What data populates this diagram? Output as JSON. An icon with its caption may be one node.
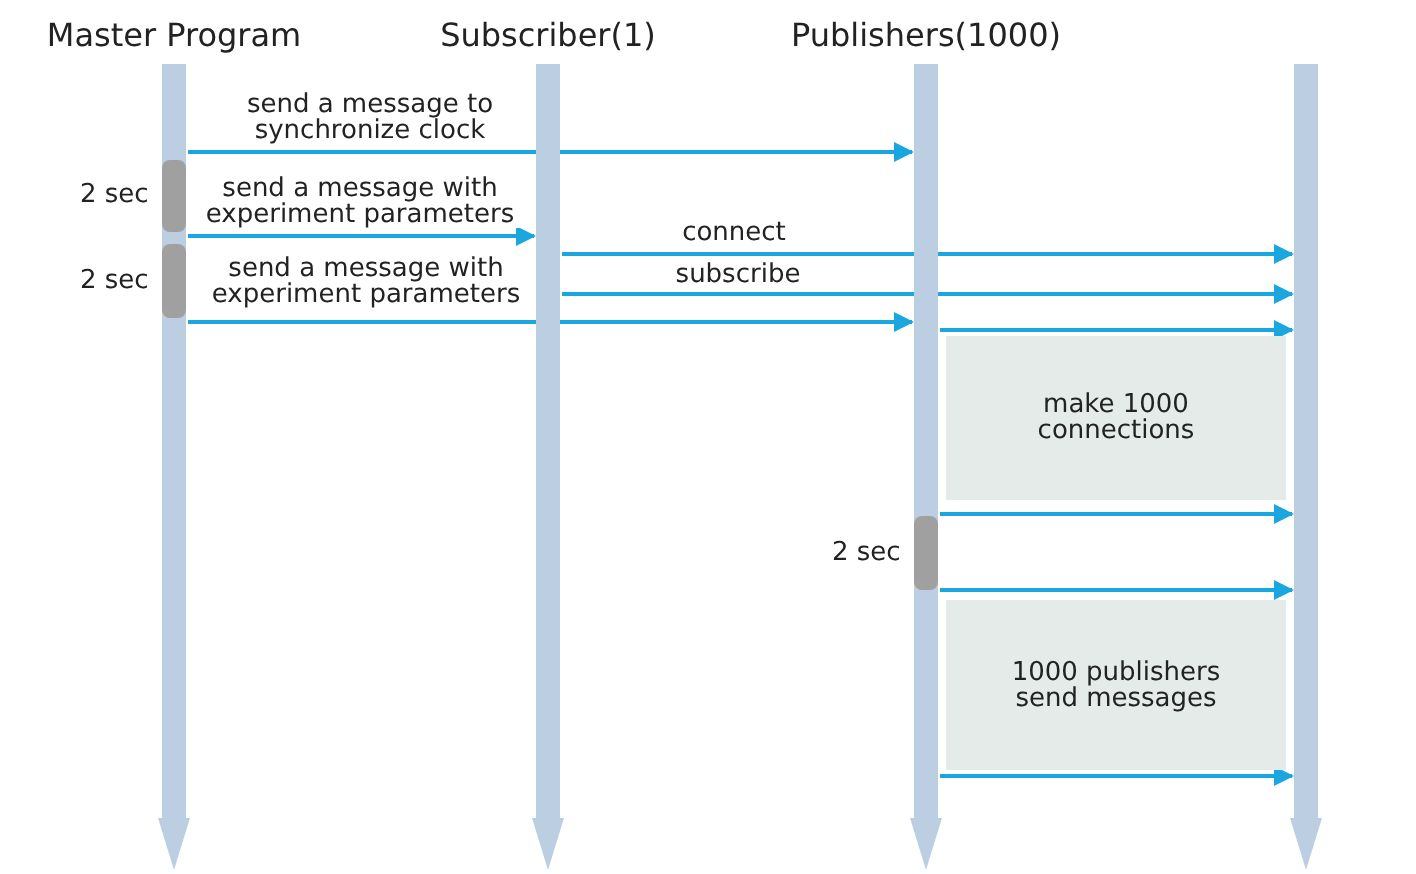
{
  "diagram": {
    "nodes": [
      {
        "text": [
          "Master Program"
        ]
      },
      {
        "text": [
          "Subscriber(1)"
        ]
      },
      {
        "text": [
          "Publishers(1000)"
        ]
      },
      {
        "text": [],
        "shape": "bar"
      },
      {
        "text": [],
        "shape": "bar",
        "beside": [
          "2 sec"
        ],
        "in": 0
      },
      {
        "text": [],
        "shape": "bar",
        "beside": [
          "2 sec"
        ],
        "in": 0
      },
      {
        "text": [
          "make 1000 connections"
        ]
      },
      {
        "text": [],
        "shape": "bar",
        "beside": [
          "2 sec"
        ],
        "in": 2
      },
      {
        "text": [
          "1000 publishers send messages"
        ]
      }
    ],
    "edges": [
      {
        "from": 0,
        "to": 2,
        "arrow": "to",
        "label": "send a message to synchronize clock"
      },
      {
        "from": 0,
        "to": 1,
        "arrow": "to",
        "label": "send a message with experiment parameters"
      },
      {
        "from": 1,
        "to": 3,
        "arrow": "to",
        "label": "connect"
      },
      {
        "from": 1,
        "to": 3,
        "arrow": "to",
        "label": "subscribe"
      },
      {
        "from": 0,
        "to": 2,
        "arrow": "to",
        "label": "send a message with experiment parameters"
      },
      {
        "from": 2,
        "to": 3,
        "arrow": "to"
      },
      {
        "from": 2,
        "to": 3,
        "arrow": "to"
      },
      {
        "from": 2,
        "to": 3,
        "arrow": "to"
      },
      {
        "from": 2,
        "to": 3,
        "arrow": "to"
      }
    ]
  }
}
